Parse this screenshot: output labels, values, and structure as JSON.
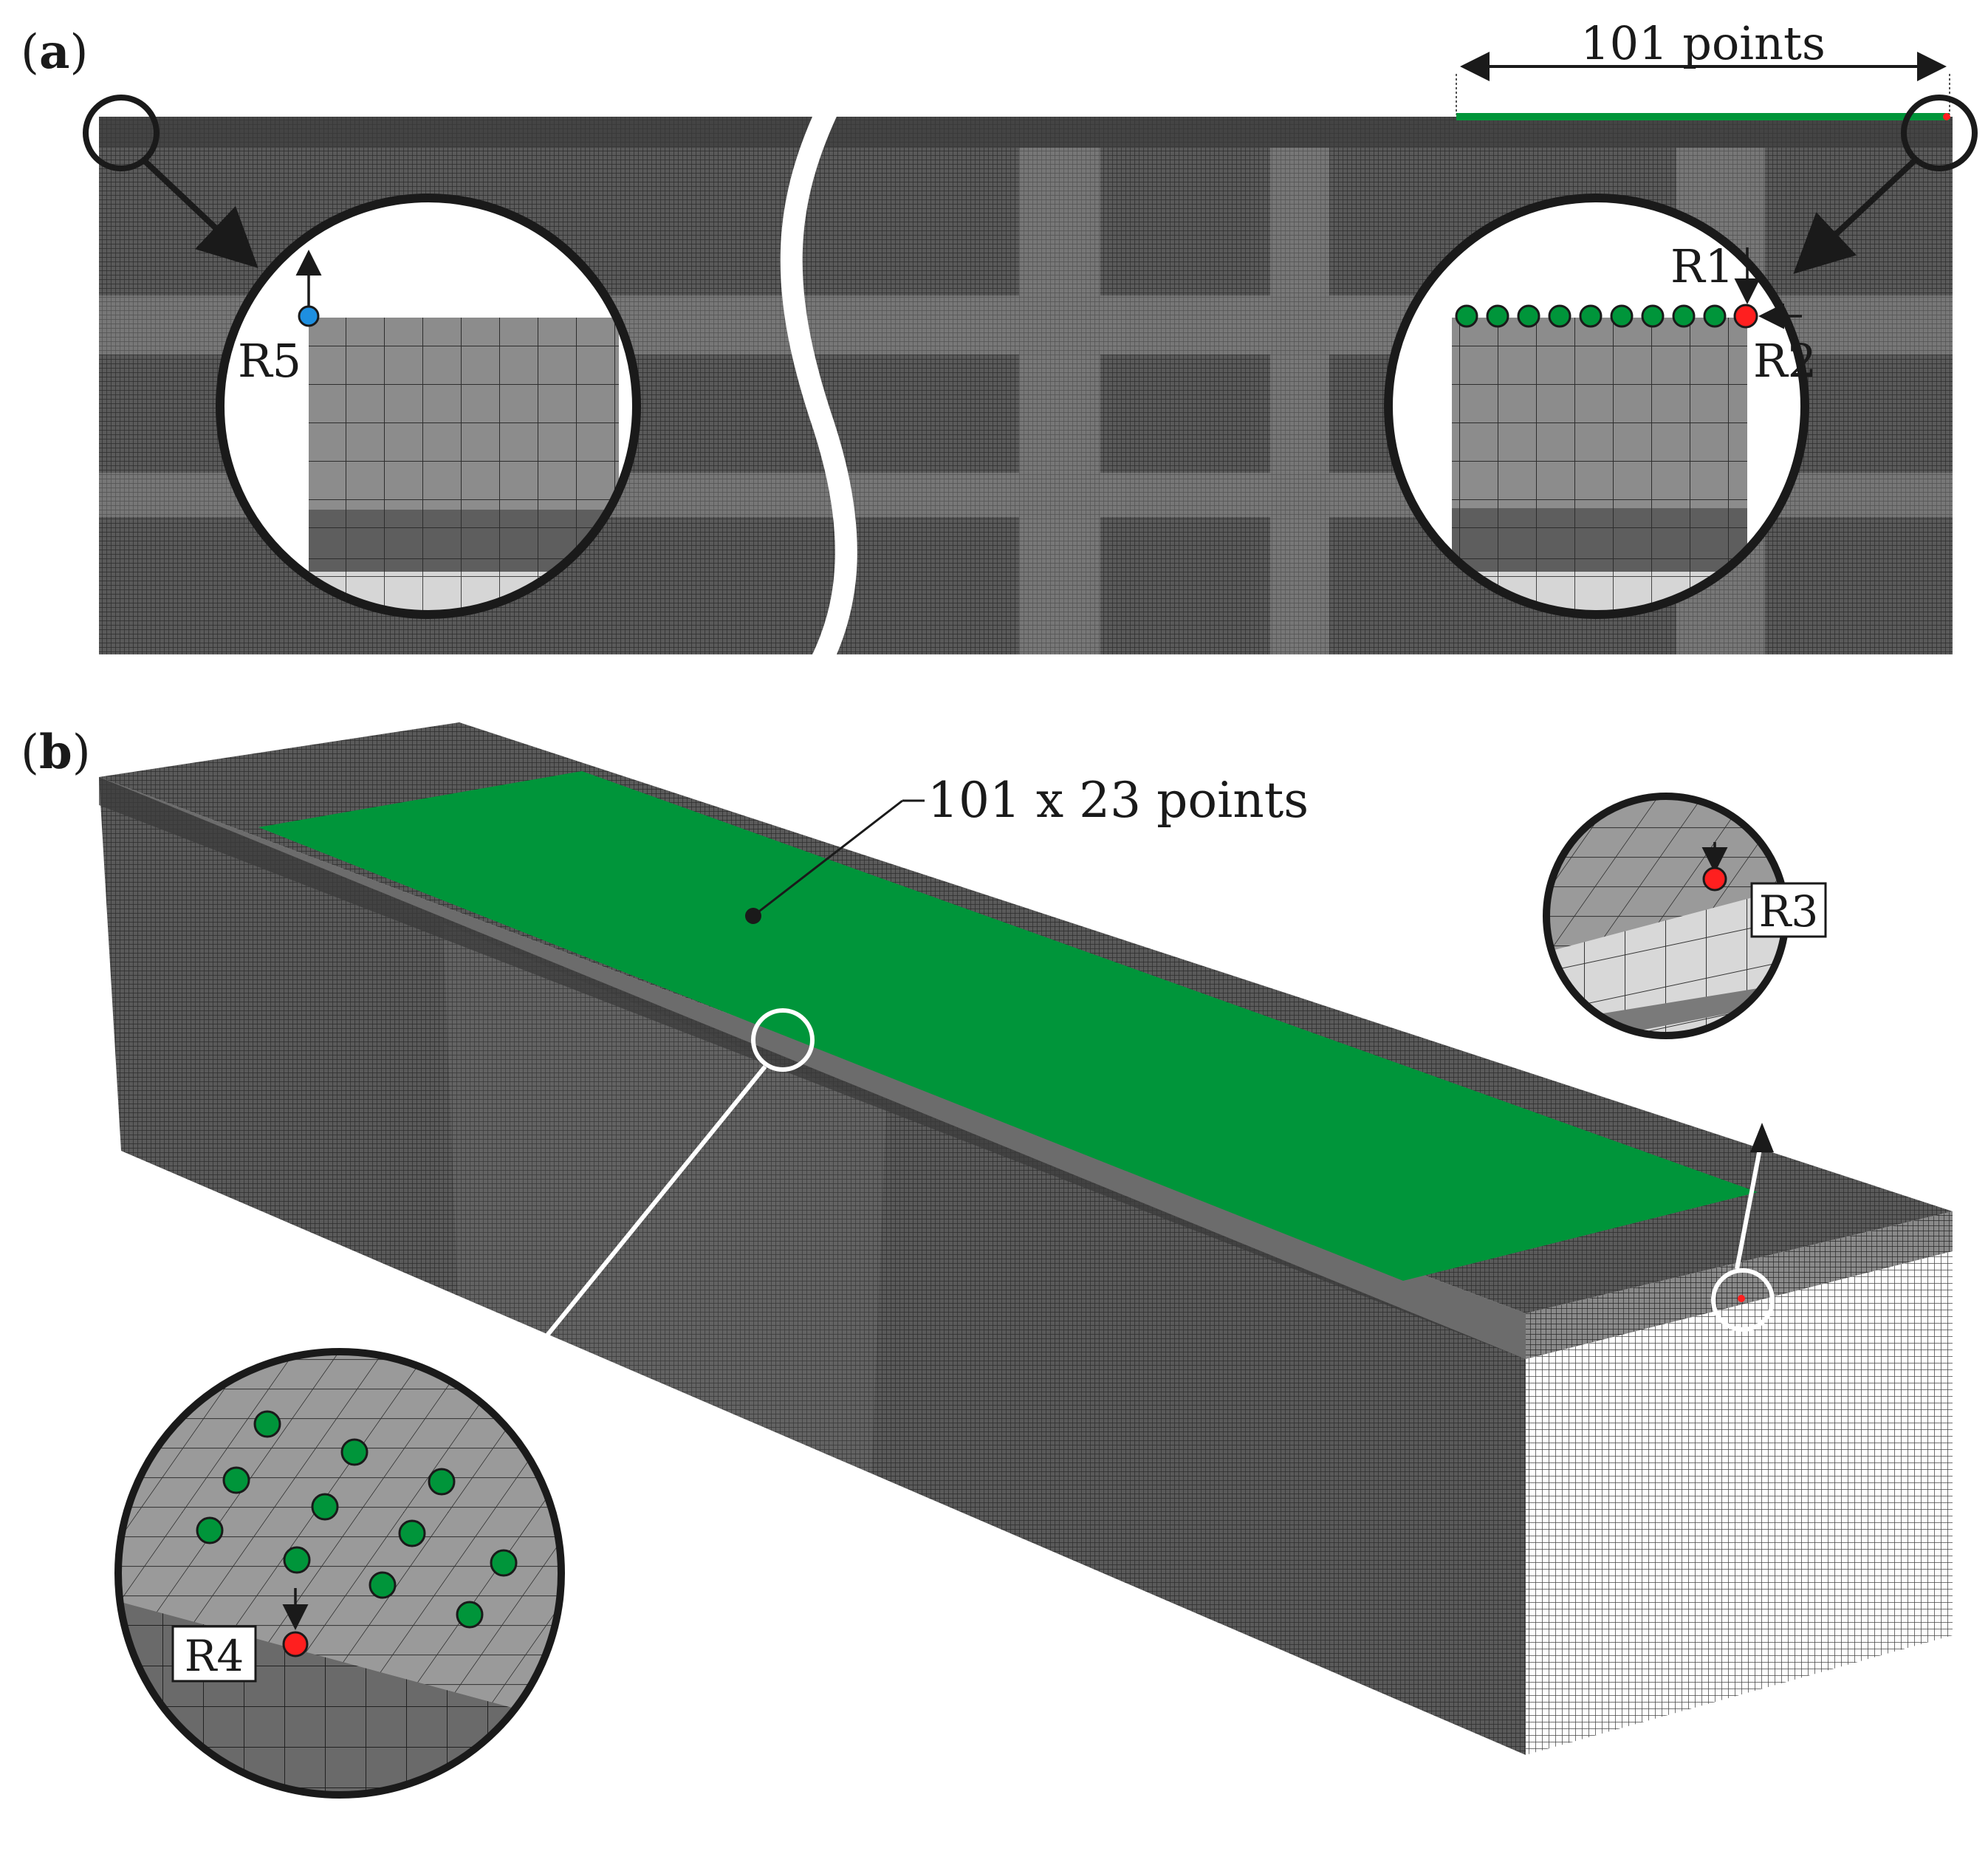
{
  "panel_a": {
    "label_open": "(",
    "label_letter": "a",
    "label_close": ")",
    "top_dimension": "101 points",
    "points": {
      "R1": "R1",
      "R2": "R2",
      "R5": "R5"
    }
  },
  "panel_b": {
    "label_open": "(",
    "label_letter": "b",
    "label_close": ")",
    "surface_callout": "101 x 23 points",
    "points": {
      "R3": "R3",
      "R4": "R4"
    }
  },
  "colors": {
    "mesh_dark": "#4a4a4a",
    "mesh_mid": "#7c7c7c",
    "mesh_light": "#d4d4d4",
    "green_points": "#00953a",
    "red_point": "#ff1f1f",
    "blue_point": "#1e8fe0"
  }
}
